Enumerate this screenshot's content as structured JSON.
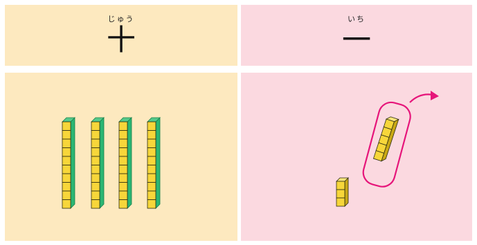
{
  "columns": [
    {
      "ruby": "じゅう",
      "label": "十",
      "bg": "#fde9bf",
      "rods": 4
    },
    {
      "ruby": "いち",
      "label": "一",
      "bg": "#fbd9e0"
    }
  ],
  "colors": {
    "cube_face": "#f7d63a",
    "cube_edge": "#2a2a10",
    "rod_side": "#2bb673",
    "highlight": "#e6157a"
  },
  "ones_side": {
    "loose_cubes": 3,
    "circled_cubes": 5
  }
}
